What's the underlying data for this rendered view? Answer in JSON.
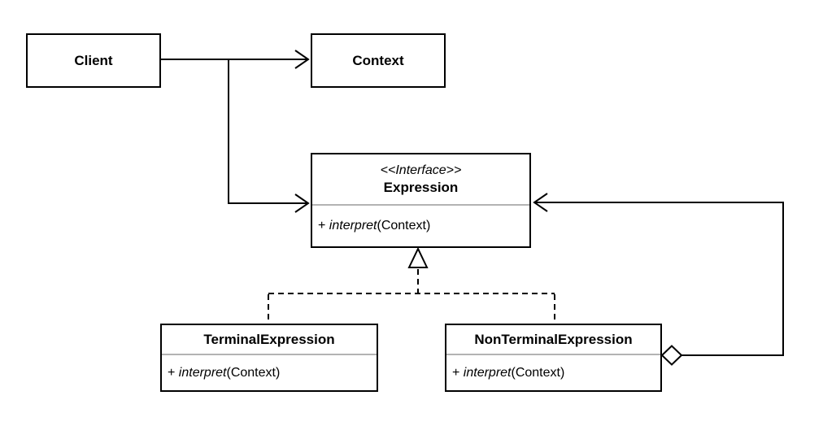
{
  "diagram": {
    "background": "#ffffff",
    "stroke_color": "#000000",
    "separator_color": "#b3b3b3",
    "classes": {
      "client": {
        "name": "Client"
      },
      "context": {
        "name": "Context"
      },
      "expression": {
        "stereotype": "<<Interface>>",
        "name": "Expression",
        "method": {
          "visibility": "+ ",
          "name": "interpret",
          "params": "(Context)"
        }
      },
      "terminal_expression": {
        "name": "TerminalExpression",
        "method": {
          "visibility": "+ ",
          "name": "interpret",
          "params": "(Context)"
        }
      },
      "non_terminal_expression": {
        "name": "NonTerminalExpression",
        "method": {
          "visibility": "+ ",
          "name": "interpret",
          "params": "(Context)"
        }
      }
    },
    "relationships": [
      {
        "from": "Client",
        "to": "Context",
        "type": "directed-association"
      },
      {
        "from": "Client",
        "to": "Expression",
        "type": "directed-association"
      },
      {
        "from": "TerminalExpression",
        "to": "Expression",
        "type": "realization"
      },
      {
        "from": "NonTerminalExpression",
        "to": "Expression",
        "type": "realization"
      },
      {
        "from": "Expression",
        "to": "NonTerminalExpression",
        "type": "aggregation"
      }
    ]
  }
}
